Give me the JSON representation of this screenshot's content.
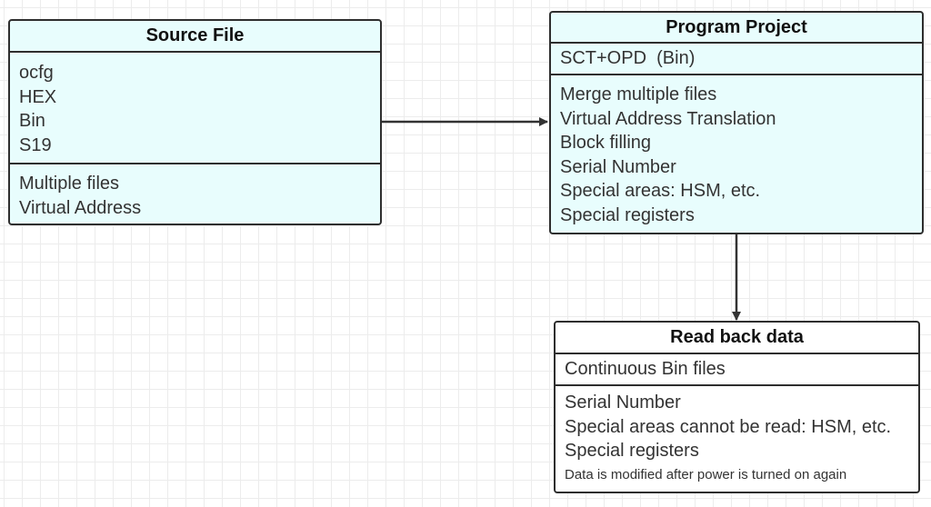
{
  "source_file": {
    "title": "Source File",
    "formats": [
      "ocfg",
      "HEX",
      "Bin",
      "S19"
    ],
    "features": [
      "Multiple files",
      "Virtual Address"
    ]
  },
  "program_project": {
    "title": "Program Project",
    "output": "SCT+OPD  (Bin)",
    "features": [
      "Merge multiple files",
      "Virtual Address Translation",
      "Block filling",
      "Serial Number",
      "Special areas: HSM, etc.",
      "Special registers"
    ]
  },
  "read_back": {
    "title": "Read back data",
    "output": "Continuous Bin files",
    "notes": [
      "Serial Number",
      "Special areas cannot be read: HSM, etc.",
      "Special registers"
    ],
    "footnote": "Data is modified after power is turned on again"
  },
  "colors": {
    "node_fill": "#e8fdfd",
    "border": "#2e2e2e",
    "arrow": "#333333"
  }
}
